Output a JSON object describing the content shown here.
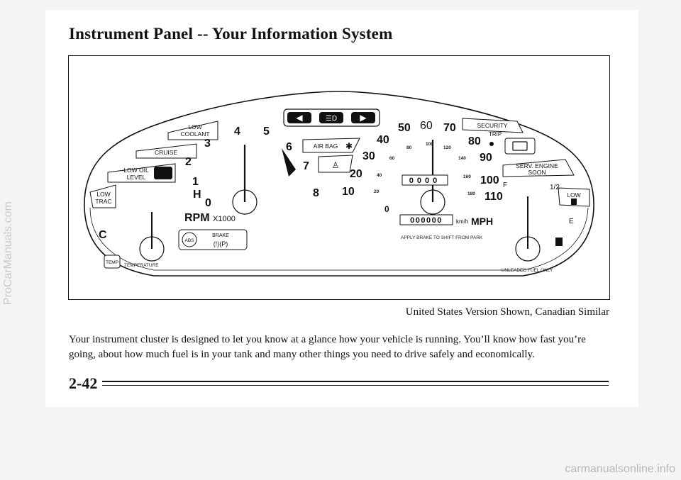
{
  "page": {
    "title": "Instrument Panel -- Your Information System",
    "caption": "United States Version Shown, Canadian Similar",
    "body": "Your instrument cluster is designed to let you know at a glance how your vehicle is running. You’ll know how fast you’re going, about how much fuel is in your tank and many other things you need to drive safely and economically.",
    "page_number": "2-42"
  },
  "cluster": {
    "warning_lights": {
      "low_coolant": [
        "LOW",
        "COOLANT"
      ],
      "cruise": "CRUISE",
      "low_oil_level": [
        "LOW OIL",
        "LEVEL"
      ],
      "low_trac": [
        "LOW",
        "TRAC"
      ],
      "air_bag": "AIR BAG",
      "security": "SECURITY",
      "trip": "TRIP",
      "serv_engine_soon": [
        "SERV. ENGINE",
        "SOON"
      ],
      "low_fuel": "LOW",
      "brake": "BRAKE",
      "abs": "ABS",
      "temp": "TEMP"
    },
    "temperature_gauge": {
      "hot": "H",
      "cold": "C",
      "label": "TEMPERATURE"
    },
    "tachometer": {
      "ticks": [
        "0",
        "1",
        "2",
        "3",
        "4",
        "5",
        "6",
        "7",
        "8"
      ],
      "unit": "RPM",
      "multiplier": "X1000"
    },
    "speedometer": {
      "mph_ticks": [
        "0",
        "10",
        "20",
        "30",
        "40",
        "50",
        "60",
        "70",
        "80",
        "90",
        "100",
        "110"
      ],
      "kmh_ticks": [
        "20",
        "40",
        "60",
        "80",
        "100",
        "120",
        "140",
        "160",
        "180"
      ],
      "odometer": "000000",
      "trip_odometer": "0000",
      "unit_kmh": "km/h",
      "unit_mph": "MPH",
      "shift_notice": "APPLY BRAKE TO SHIFT FROM PARK"
    },
    "fuel_gauge": {
      "full": "F",
      "half": "1/2",
      "empty": "E",
      "label": "UNLEADED FUEL ONLY"
    }
  },
  "watermarks": {
    "side": "ProCarManuals.com",
    "bottom": "carmanualsonline.info"
  }
}
